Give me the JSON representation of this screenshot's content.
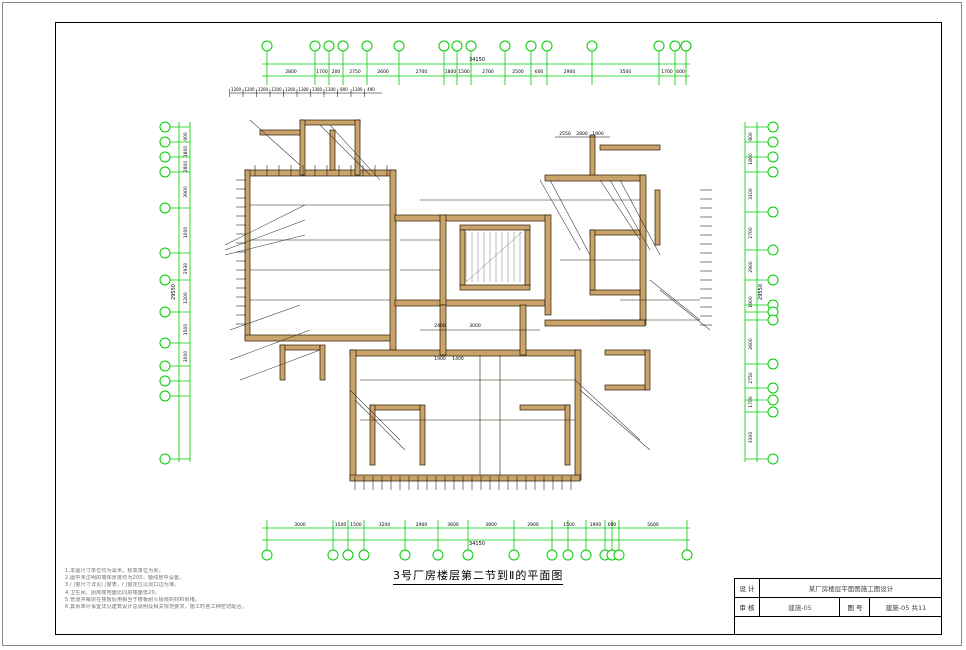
{
  "drawing": {
    "title": "3号厂房楼层第二节到Ⅱ的平面图",
    "overall_dimension": "34150",
    "overall_dimension_bottom": "34150",
    "left_overall": "29550",
    "right_overall": "29550",
    "top_dims": [
      "2800",
      "1700",
      "200",
      "2750",
      "2600",
      "2700",
      "1800",
      "1500",
      "2700",
      "2500",
      "600",
      "2900",
      "3500",
      "1700",
      "600"
    ],
    "bottom_dims": [
      "3000",
      "1500",
      "1500",
      "3200",
      "2900",
      "3600",
      "3900",
      "2900",
      "1500",
      "1900",
      "600",
      "5600"
    ],
    "left_dims": [
      "900",
      "1800",
      "2800",
      "3900",
      "1000",
      "2930",
      "1200",
      "1500",
      "3000"
    ],
    "right_dims": [
      "800",
      "1800",
      "3100",
      "2700",
      "2900",
      "1900",
      "2600",
      "2750",
      "1700",
      "3300"
    ],
    "top_detail_dims": [
      "1200",
      "1200",
      "1200",
      "1200",
      "1200",
      "1300",
      "1300",
      "1300",
      "800",
      "1300",
      "490"
    ],
    "center_dims": [
      "2400",
      "3000",
      "1900",
      "1400"
    ],
    "middle_top_dims": [
      "2550",
      "2800",
      "1900"
    ]
  },
  "notes": [
    "1.本图尺寸单位均为毫米，标高单位为米。",
    "2.图中未注明的墙体厚度均为200，轴线居中设置。",
    "3.门窗尺寸详见门窗表，门窗定位以洞口边为准。",
    "4.卫生间、厨房楼地面比同层楼面低20。",
    "5.管道井每层在楼板处用相当于楼板耐火极限的材料封堵。",
    "6.其余未尽事宜详见建筑设计总说明及相关规范要求，施工时各工种密切配合。"
  ],
  "title_block": {
    "label_design": "设 计",
    "project": "某厂房楼层平面图施工图设计",
    "label_check": "审 核",
    "drawing_no_value": "建施-05",
    "label_no": "图 号",
    "sheet": "建施-05 共11"
  },
  "colors": {
    "axis_grid": "#00cc00",
    "wall_fill": "#c9a36a",
    "wall_stroke": "#2a1a06",
    "text": "#000000"
  }
}
